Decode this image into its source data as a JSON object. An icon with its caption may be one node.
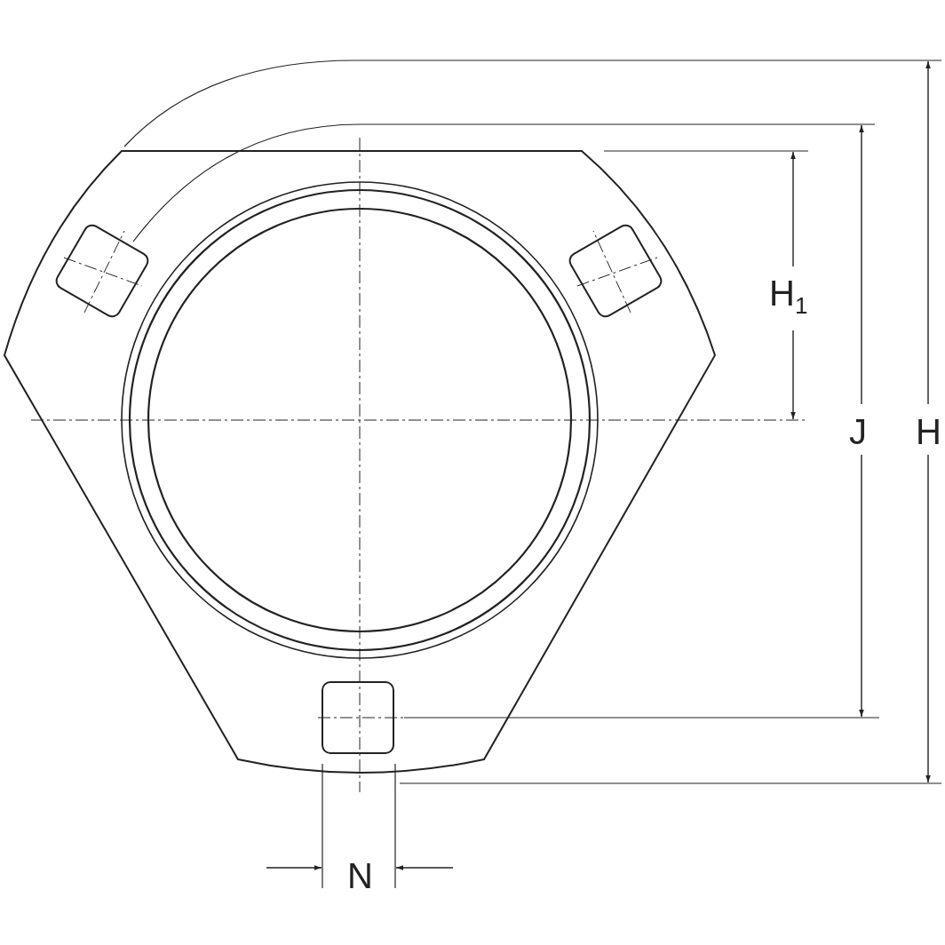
{
  "diagram": {
    "labels": [
      "H$_{1}$",
      "J",
      "H",
      "N"
    ]
  }
}
